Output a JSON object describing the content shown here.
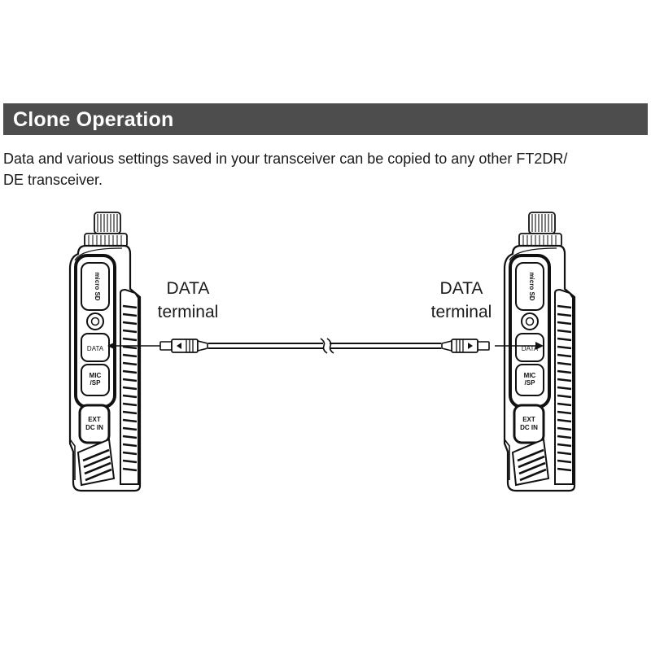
{
  "section": {
    "title": "Clone Operation",
    "intro_line1": "Data and various settings saved in your transceiver can be copied to any other FT2DR/",
    "intro_line2": "DE transceiver."
  },
  "diagram": {
    "left_label": {
      "line1": "DATA",
      "line2": "terminal"
    },
    "right_label": {
      "line1": "DATA",
      "line2": "terminal"
    },
    "radio_keys": {
      "micro_sd": [
        "micro",
        "SD"
      ],
      "data": "DATA",
      "mic_sp": [
        "MIC",
        "/SP"
      ],
      "ext_dc_in": [
        "EXT",
        "DC IN"
      ]
    }
  }
}
